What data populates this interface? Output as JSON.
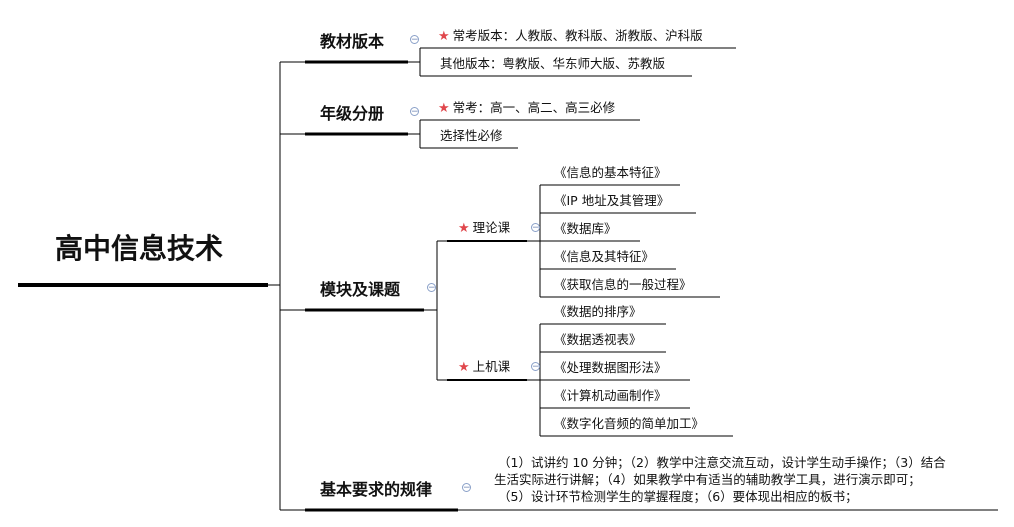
{
  "root": {
    "title": "高中信息技术"
  },
  "branches": {
    "edition": {
      "title": "教材版本",
      "common": "常考版本：人教版、教科版、浙教版、沪科版",
      "other": "其他版本：粤教版、华东师大版、苏教版"
    },
    "grade": {
      "title": "年级分册",
      "common": "常考：高一、高二、高三必修",
      "elective": "选择性必修"
    },
    "modules": {
      "title": "模块及课题",
      "theory": {
        "label": "理论课",
        "items": [
          "《信息的基本特征》",
          "《IP 地址及其管理》",
          "《数据库》",
          "《信息及其特征》",
          "《获取信息的一般过程》"
        ]
      },
      "lab": {
        "label": "上机课",
        "items": [
          "《数据的排序》",
          "《数据透视表》",
          "《处理数据图形法》",
          "《计算机动画制作》",
          "《数字化音频的简单加工》"
        ]
      }
    },
    "rules": {
      "title": "基本要求的规律",
      "lines": [
        "（1）试讲约 10 分钟；（2）教学中注意交流互动，设计学生动手操作；（3）结合",
        "生活实际进行讲解；（4）如果教学中有适当的辅助教学工具，进行演示即可；",
        "（5）设计环节检测学生的掌握程度；（6）要体现出相应的板书；"
      ]
    }
  },
  "icons": {
    "star": "star-icon",
    "collapse": "collapse-icon"
  },
  "colors": {
    "star": "#e0474c",
    "line": "#000000",
    "collapse": "#8aa0c8"
  }
}
